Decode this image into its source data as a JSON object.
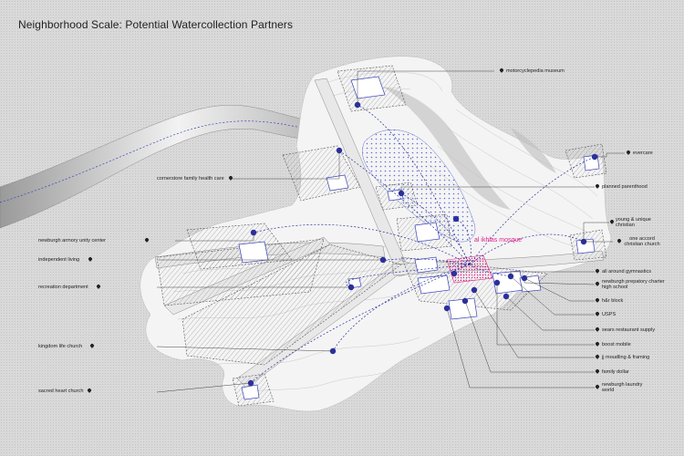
{
  "title": "Neighborhood Scale: Potential Watercollection Partners",
  "focus": {
    "name": "al ikhlas mosque",
    "color": "#e0218a"
  },
  "accent_color": "#2b2fa0",
  "partners": {
    "motorcyclepedia": "motorcyclepedia museum",
    "evercare": "evercare",
    "cornerstore": "cornerstore family health care",
    "planned_parenthood": "planned parenthood",
    "young_unique": "young & unique christian",
    "one_accord": "one accord christian church",
    "armory": "newburgh armory unity center",
    "independent_living": "independent living",
    "recreation": "recreation department",
    "gymnastics": "all around gymnastics",
    "prepatory": "newburgh prepatory charter high school",
    "hr_block": "h&r block",
    "usps": "USPS",
    "sears": "sears restaurant supply",
    "boost": "boost mobile",
    "jj": "jj moudling & framing",
    "family_dollar": "family dollar",
    "laundry": "newburgh laundry world",
    "kingdom": "kingdom life church",
    "sacred_heart": "sacred heart church"
  }
}
